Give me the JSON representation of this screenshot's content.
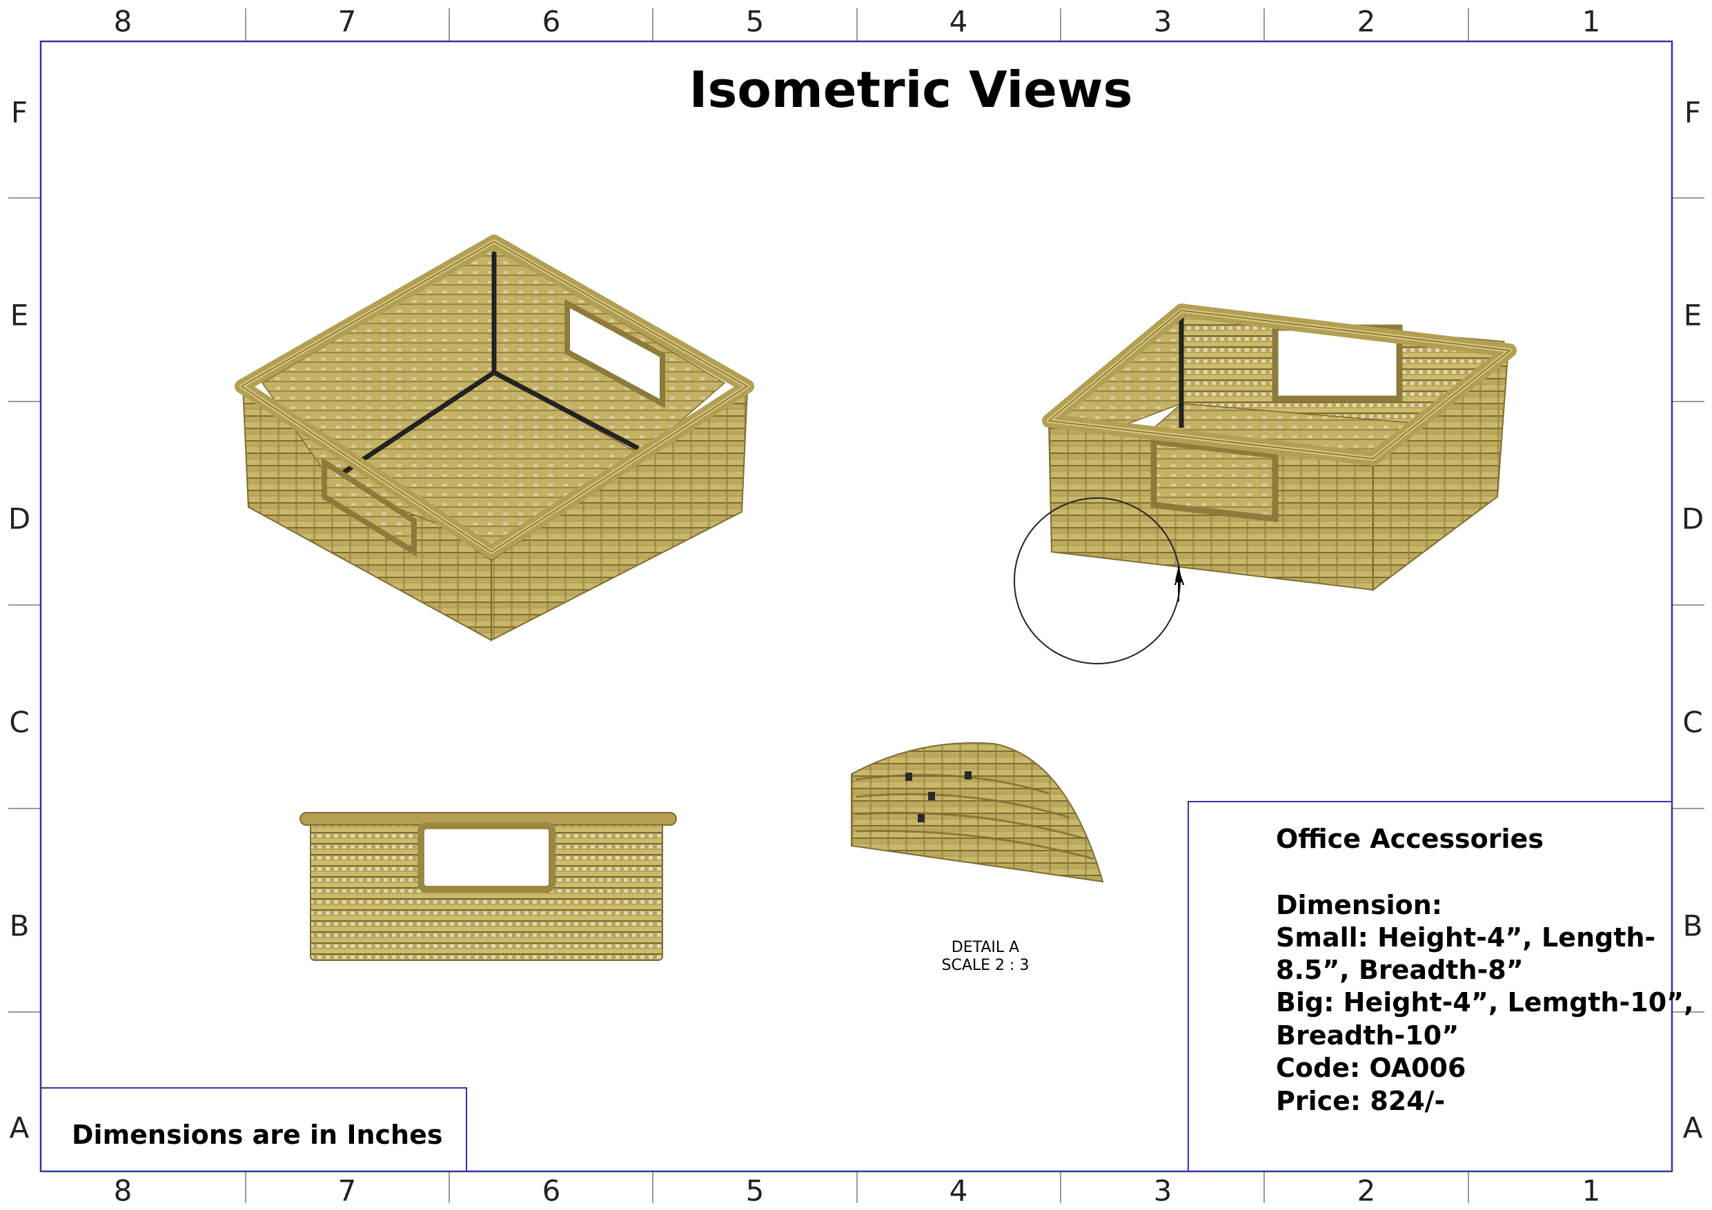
{
  "sheet": {
    "title": "Isometric Views",
    "zone_columns_top": [
      "8",
      "7",
      "6",
      "5",
      "4",
      "3",
      "2",
      "1"
    ],
    "zone_columns_bottom": [
      "8",
      "7",
      "6",
      "5",
      "4",
      "3",
      "2",
      "1"
    ],
    "zone_rows_left": [
      "F",
      "E",
      "D",
      "C",
      "B",
      "A"
    ],
    "zone_rows_right": [
      "F",
      "E",
      "D",
      "C",
      "B",
      "A"
    ],
    "border_color": "#3333aa"
  },
  "views": {
    "iso_view_1": {
      "caption": ""
    },
    "iso_view_2": {
      "caption": ""
    },
    "front_view": {
      "caption": ""
    },
    "detail_callout_letter": "A",
    "detail_view": {
      "title": "DETAIL A",
      "scale": "SCALE 2 : 3"
    }
  },
  "units_note": {
    "text": "Dimensions are in Inches"
  },
  "title_block": {
    "company": "Office Accessories",
    "lines": [
      "Dimension:",
      "Small: Height-4”, Length-",
      "8.5”, Breadth-8”",
      "Big: Height-4”, Lemgth-10”,",
      "Breadth-10”",
      "Code: OA006",
      "Price: 824/-"
    ]
  },
  "colors": {
    "wicker": "#b9a65a",
    "wicker_dark": "#8c7b3a",
    "wicker_light": "#d6c680",
    "frame_black": "#222222"
  }
}
